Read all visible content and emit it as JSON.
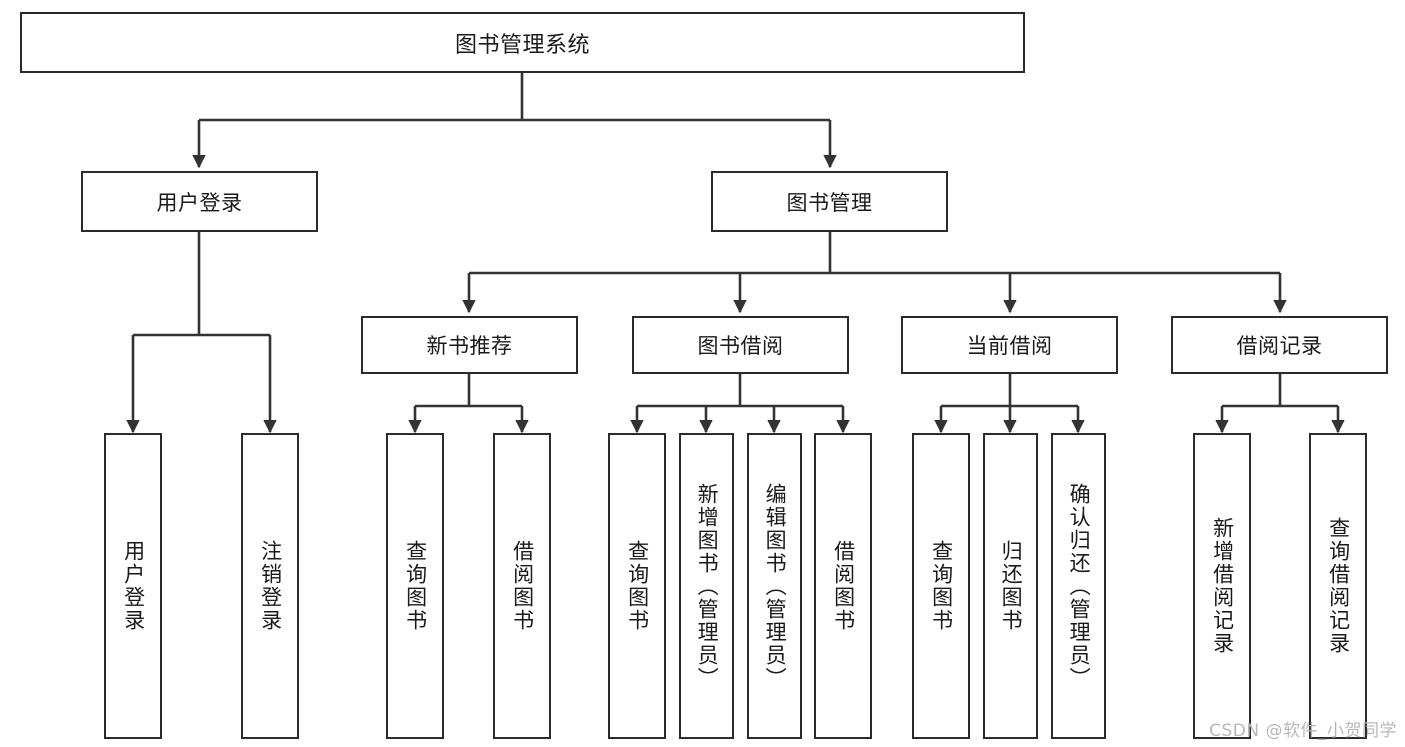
{
  "diagram": {
    "type": "tree-hierarchy",
    "title": "图书管理系统",
    "orientation": "top-down",
    "colors": {
      "box_border": "#2b2b2b",
      "box_fill": "#ffffff",
      "edge": "#333333",
      "text": "#1a1a1a",
      "watermark": "#b8b8b8",
      "background": "#ffffff"
    },
    "root": {
      "id": "root",
      "label": "图书管理系统"
    },
    "level2": [
      {
        "id": "user-login",
        "label": "用户登录"
      },
      {
        "id": "book-manage",
        "label": "图书管理"
      }
    ],
    "level3": [
      {
        "id": "new-book-rec",
        "label": "新书推荐",
        "parent": "book-manage"
      },
      {
        "id": "book-borrow",
        "label": "图书借阅",
        "parent": "book-manage"
      },
      {
        "id": "current-borrow",
        "label": "当前借阅",
        "parent": "book-manage"
      },
      {
        "id": "borrow-record",
        "label": "借阅记录",
        "parent": "book-manage"
      }
    ],
    "leaves": [
      {
        "id": "leaf-user-login",
        "label": "用户登录",
        "parent": "user-login"
      },
      {
        "id": "leaf-logout",
        "label": "注销登录",
        "parent": "user-login"
      },
      {
        "id": "leaf-query-book-1",
        "label": "查询图书",
        "parent": "new-book-rec"
      },
      {
        "id": "leaf-borrow-book-1",
        "label": "借阅图书",
        "parent": "new-book-rec"
      },
      {
        "id": "leaf-query-book-2",
        "label": "查询图书",
        "parent": "book-borrow"
      },
      {
        "id": "leaf-add-book",
        "label": "新增图书（管理员）",
        "parent": "book-borrow"
      },
      {
        "id": "leaf-edit-book",
        "label": "编辑图书（管理员）",
        "parent": "book-borrow"
      },
      {
        "id": "leaf-borrow-book-2",
        "label": "借阅图书",
        "parent": "book-borrow"
      },
      {
        "id": "leaf-query-book-3",
        "label": "查询图书",
        "parent": "current-borrow"
      },
      {
        "id": "leaf-return-book",
        "label": "归还图书",
        "parent": "current-borrow"
      },
      {
        "id": "leaf-confirm-return",
        "label": "确认归还（管理员）",
        "parent": "current-borrow"
      },
      {
        "id": "leaf-add-record",
        "label": "新增借阅记录",
        "parent": "borrow-record"
      },
      {
        "id": "leaf-query-record",
        "label": "查询借阅记录",
        "parent": "borrow-record"
      }
    ],
    "watermark": "CSDN @软件_小贺同学"
  }
}
